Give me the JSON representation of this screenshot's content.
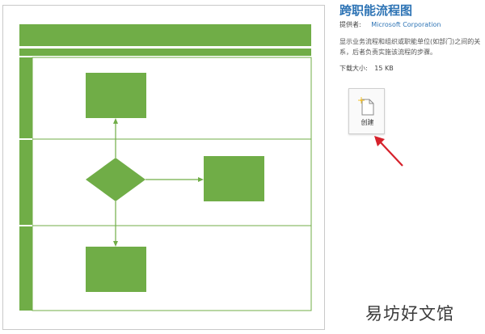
{
  "template": {
    "title": "跨职能流程图",
    "provider_label": "提供者:",
    "provider_value": "Microsoft Corporation",
    "description": "显示业务流程和组织或职能单位(如部门)之间的关系，后者负责实施该流程的步骤。",
    "size_label": "下载大小:",
    "size_value": "15 KB"
  },
  "create_button": {
    "label": "创建"
  },
  "watermark": "易坊好文馆",
  "colors": {
    "shape_fill": "#70ad47",
    "lane_border": "#70ad47",
    "link": "#2e74b5",
    "arrow": "#d6212b"
  }
}
